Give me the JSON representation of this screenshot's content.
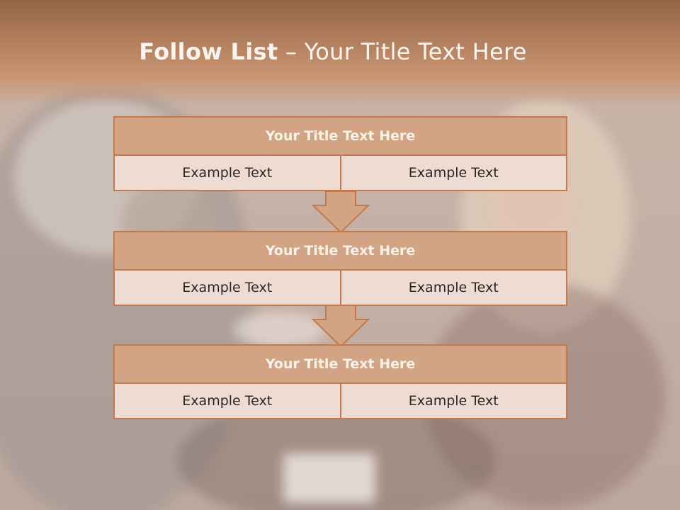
{
  "slide": {
    "title_bold": "Follow List",
    "title_rest": " – Your Title Text Here"
  },
  "steps": [
    {
      "title": "Your Title Text Here",
      "left": "Example Text",
      "right": "Example Text"
    },
    {
      "title": "Your Title Text Here",
      "left": "Example Text",
      "right": "Example Text"
    },
    {
      "title": "Your Title Text Here",
      "left": "Example Text",
      "right": "Example Text"
    }
  ],
  "colors": {
    "header_dark": "#946445",
    "header_light": "#c99573",
    "box_title_fill": "#d3a484",
    "box_cell_fill": "#eedcd3",
    "box_border": "#c07a4e",
    "arrow_fill": "#d3a484"
  }
}
